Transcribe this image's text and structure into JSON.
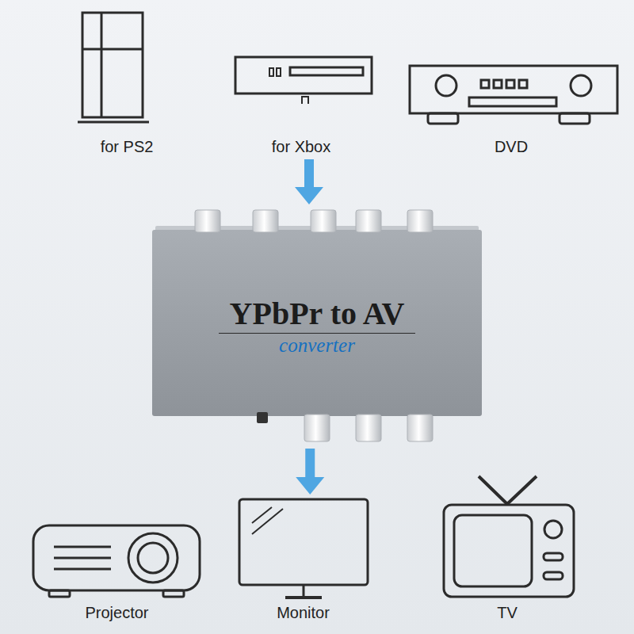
{
  "diagram": {
    "nodes": [
      {
        "text": [
          "for PS2"
        ]
      },
      {
        "text": [
          "for Xbox"
        ]
      },
      {
        "text": [
          "DVD"
        ]
      },
      {
        "text": [
          "YPbPr to AV",
          "converter"
        ]
      },
      {
        "text": [
          "Projector"
        ]
      },
      {
        "text": [
          "Monitor"
        ]
      },
      {
        "text": [
          "TV"
        ]
      }
    ],
    "edges": [
      {
        "from": 1,
        "to": 3,
        "arrow": "to"
      },
      {
        "from": 3,
        "to": 5,
        "arrow": "to"
      }
    ]
  }
}
